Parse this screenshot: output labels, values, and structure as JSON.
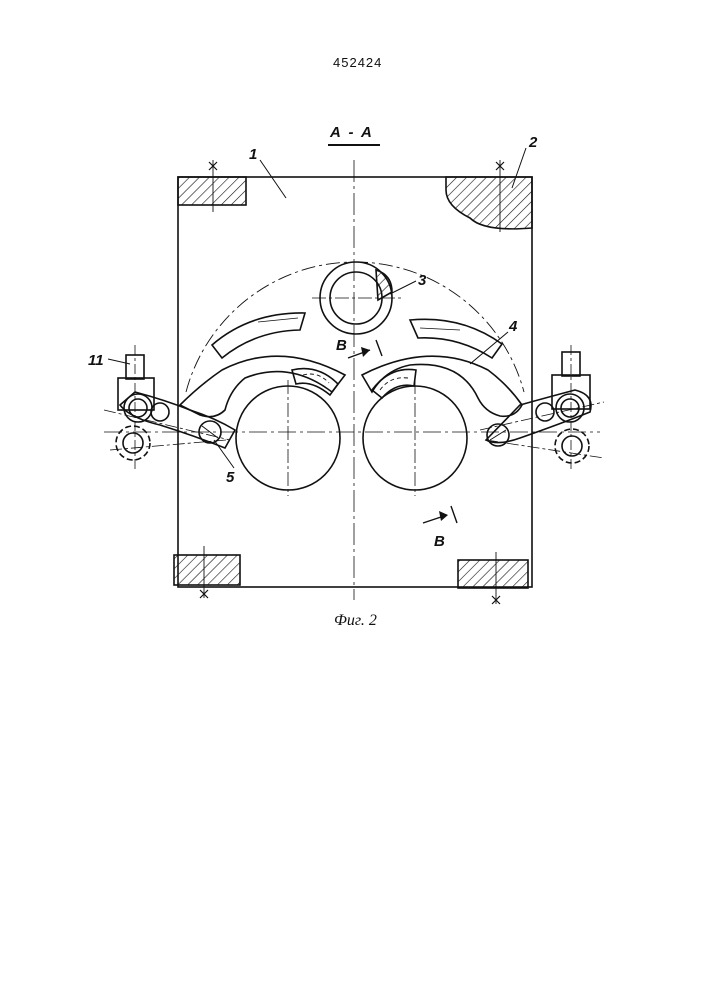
{
  "patent_number": "452424",
  "section_label": "A - A",
  "figure_caption": "Фиг. 2",
  "part_labels": {
    "p1": "1",
    "p2": "2",
    "p3": "3",
    "p4": "4",
    "p5": "5",
    "p11": "11"
  },
  "view_labels": {
    "upper": "В",
    "lower": "В"
  },
  "colors": {
    "ink": "#111111",
    "paper": "#ffffff"
  }
}
